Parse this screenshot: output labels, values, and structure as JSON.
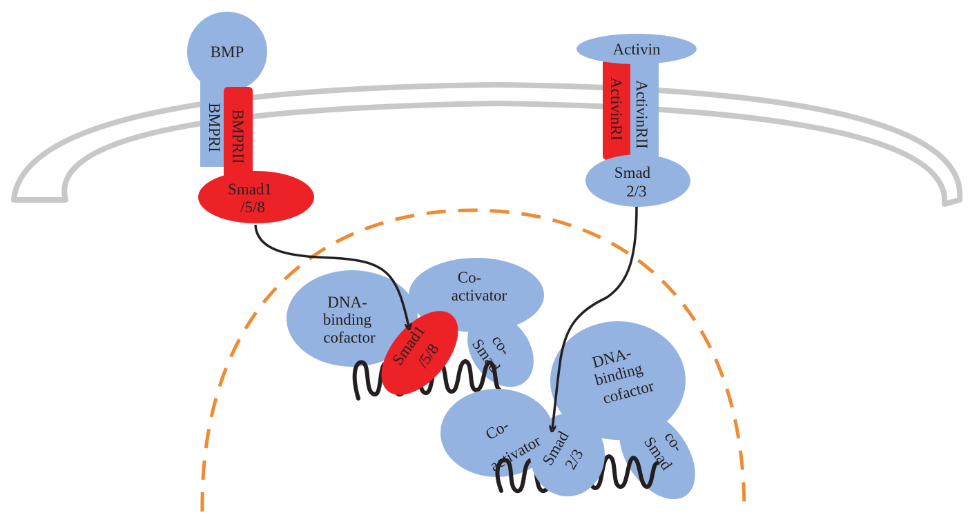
{
  "colors": {
    "blue": "#95b3e1",
    "red": "#ec2227",
    "membrane": "#c8c8c8",
    "nucleus": "#ee8b33",
    "ink": "#231f20"
  },
  "labels": {
    "bmp": "BMP",
    "bmpri": "BMPRI",
    "bmprii": "BMPRII",
    "smad158_top_l1": "Smad1",
    "smad158_top_l2": "/5/8",
    "activin": "Activin",
    "activinri": "ActivinRI",
    "activinrii": "ActivinRII",
    "smad23_top_l1": "Smad",
    "smad23_top_l2": "2/3",
    "left_dna_l1": "DNA-",
    "left_dna_l2": "binding",
    "left_dna_l3": "cofactor",
    "left_coact_l1": "Co-",
    "left_coact_l2": "activator",
    "left_smad158_l1": "Smad1",
    "left_smad158_l2": "/5/8",
    "left_cosmad_l1": "co-",
    "left_cosmad_l2": "Smad",
    "right_dna_l1": "DNA-",
    "right_dna_l2": "binding",
    "right_dna_l3": "cofactor",
    "right_coact_l1": "Co-",
    "right_coact_l2": "activator",
    "right_smad23_l1": "Smad",
    "right_smad23_l2": "2/3",
    "right_cosmad_l1": "co-",
    "right_cosmad_l2": "Smad"
  }
}
